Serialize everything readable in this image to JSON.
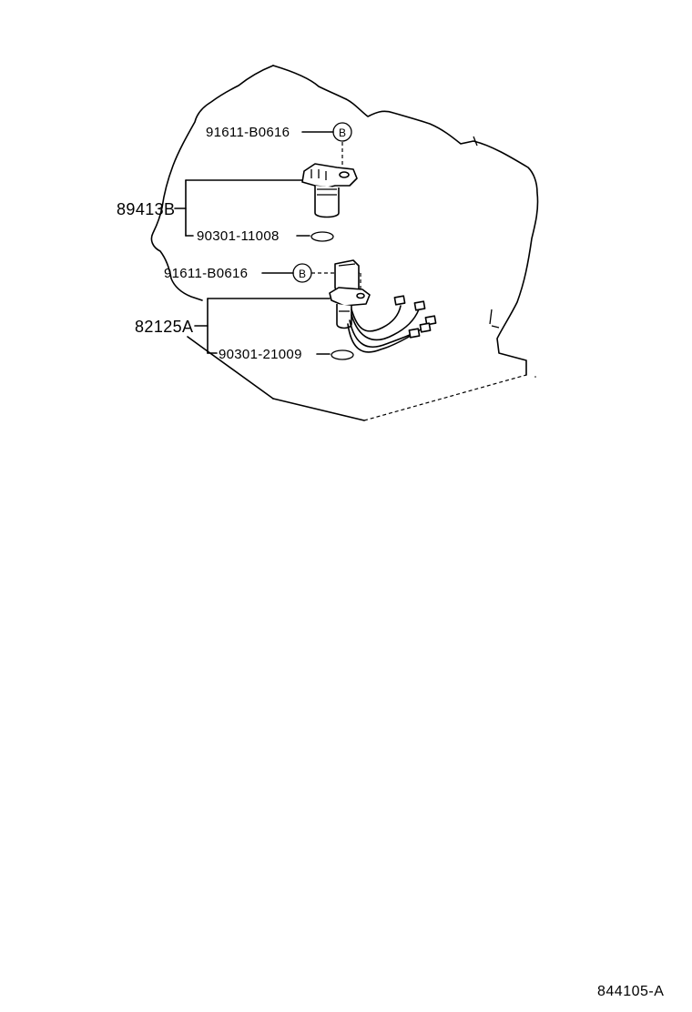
{
  "diagram": {
    "part_numbers": {
      "bolt_top": "91611-B0616",
      "cam_sensor_assembly": "89413B",
      "oring_top": "90301-11008",
      "bolt_bottom": "91611-B0616",
      "crank_sensor_assembly": "82125A",
      "oring_bottom": "90301-21009"
    },
    "callouts": {
      "top": "B",
      "bottom": "B"
    },
    "figure_id": "844105-A"
  }
}
